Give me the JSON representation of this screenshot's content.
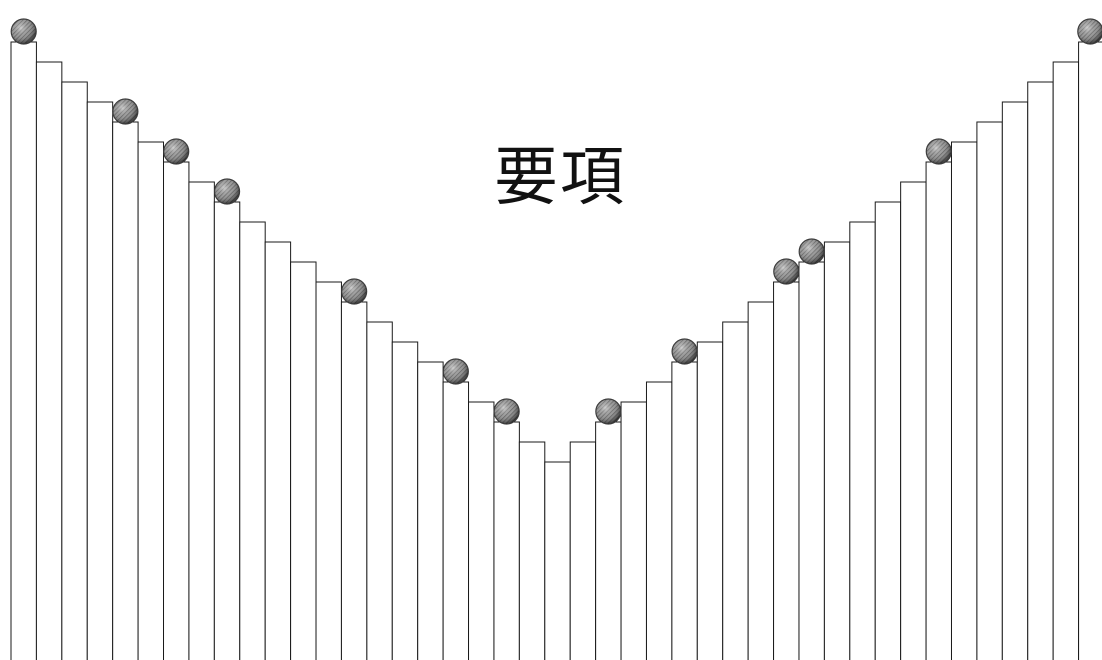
{
  "title": "要項",
  "colors": {
    "background": "#ffffff",
    "bar_stroke": "#1a1a1a",
    "ball_base": "#9a9a9a",
    "ball_dark": "#3c3c3c"
  },
  "figure": {
    "bar_levels": [
      31,
      30,
      29,
      28,
      27,
      26,
      25,
      24,
      23,
      22,
      21,
      20,
      19,
      18,
      17,
      16,
      15,
      14,
      13,
      12,
      11,
      10,
      11,
      12,
      13,
      14,
      15,
      16,
      17,
      18,
      19,
      20,
      21,
      22,
      23,
      24,
      25,
      26,
      27,
      28,
      29,
      30,
      31
    ],
    "ball_bar_indices": [
      0,
      4,
      6,
      8,
      13,
      17,
      19,
      23,
      26,
      30,
      31,
      36,
      42
    ]
  }
}
